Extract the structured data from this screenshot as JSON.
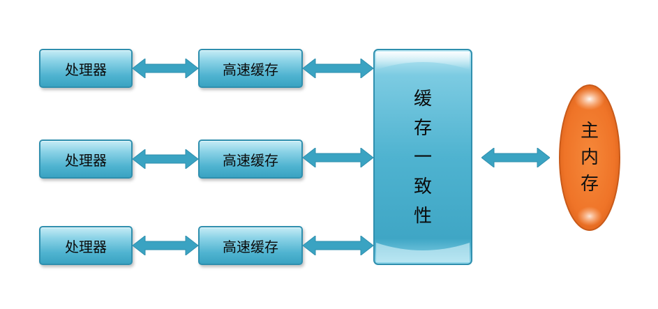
{
  "rows": [
    {
      "processor": "处理器",
      "cache": "高速缓存"
    },
    {
      "processor": "处理器",
      "cache": "高速缓存"
    },
    {
      "processor": "处理器",
      "cache": "高速缓存"
    }
  ],
  "coherence": {
    "chars": [
      "缓",
      "存",
      "一",
      "致",
      "性"
    ]
  },
  "main_memory": {
    "chars": [
      "主",
      "内",
      "存"
    ]
  },
  "colors": {
    "box_fill": "#4fb3d0",
    "box_border": "#2f8fae",
    "arrow": "#3aa3c2",
    "memory": "#f07a2e"
  }
}
